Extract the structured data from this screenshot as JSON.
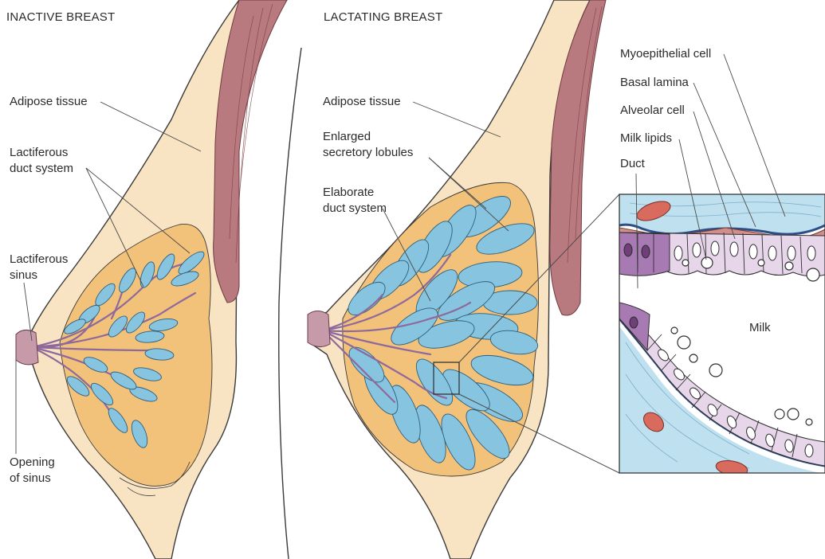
{
  "headings": {
    "inactive": "INACTIVE BREAST",
    "lactating": "LACTATING BREAST"
  },
  "labels": {
    "adipose_left": "Adipose tissue",
    "lactiferous_duct_1": "Lactiferous",
    "lactiferous_duct_2": "duct system",
    "lactiferous_sinus_1": "Lactiferous",
    "lactiferous_sinus_2": "sinus",
    "opening_1": "Opening",
    "opening_2": "of sinus",
    "adipose_right": "Adipose tissue",
    "enlarged_1": "Enlarged",
    "enlarged_2": "secretory lobules",
    "elaborate_1": "Elaborate",
    "elaborate_2": "duct system",
    "myoepithelial": "Myoepithelial cell",
    "basal_lamina": "Basal lamina",
    "alveolar_cell": "Alveolar cell",
    "milk_lipids": "Milk lipids",
    "duct": "Duct",
    "milk": "Milk"
  },
  "colors": {
    "skin": "#f8e3c2",
    "adipose": "#f2c17a",
    "lobule": "#86c4df",
    "muscle": "#b97a7f",
    "duct": "#8e6a9c",
    "epithelium": "#e7d6ea",
    "basal_lamina": "#2d4e86",
    "blood_cell": "#d86a5e"
  }
}
